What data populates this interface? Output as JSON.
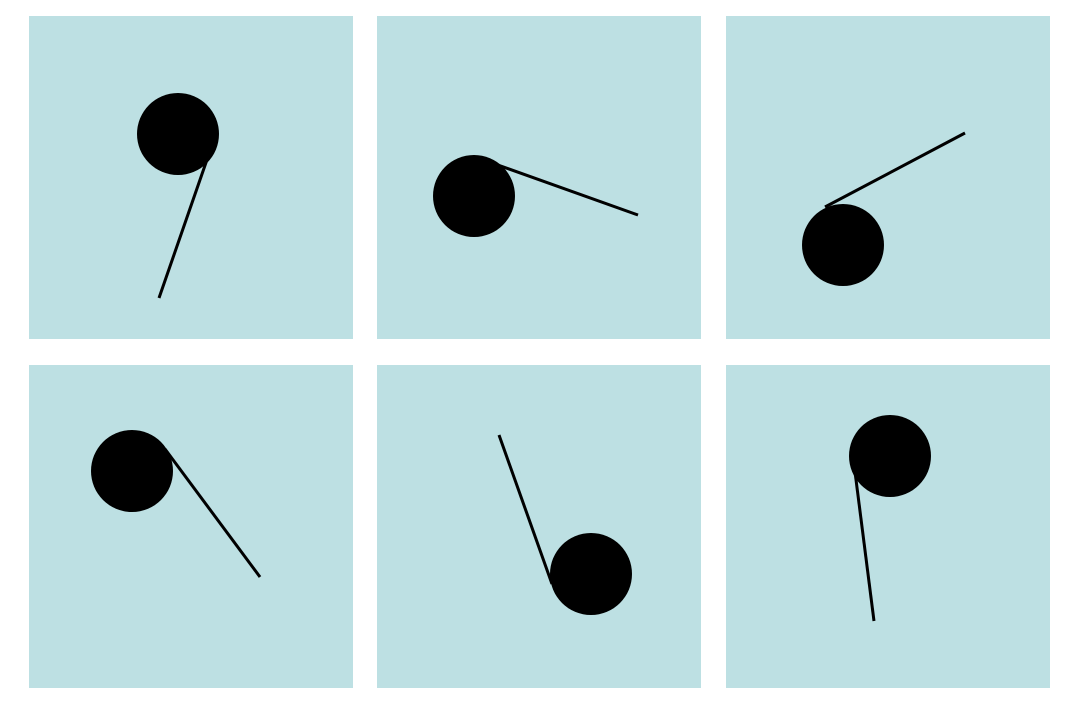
{
  "colors": {
    "panel_background": "#bde0e3",
    "ball": "#000000",
    "stick": "#000000"
  },
  "panels": [
    {
      "ball_side": "top"
    },
    {
      "ball_side": "left"
    },
    {
      "ball_side": "bottom-left"
    },
    {
      "ball_side": "left"
    },
    {
      "ball_side": "bottom"
    },
    {
      "ball_side": "top"
    }
  ]
}
